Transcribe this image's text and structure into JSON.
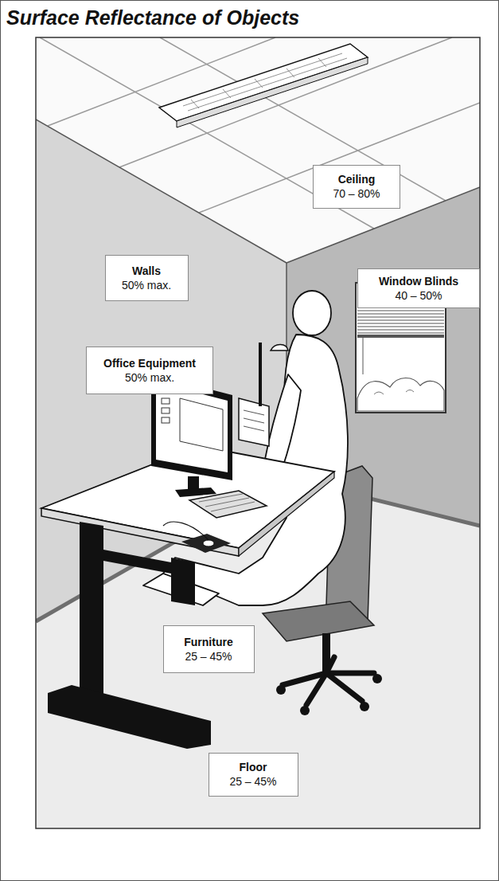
{
  "diagram": {
    "title": "Surface Reflectance of Objects",
    "nodes": [
      {
        "text": [
          "Ceiling",
          "70 – 80%"
        ]
      },
      {
        "text": [
          "Walls",
          "50% max."
        ]
      },
      {
        "text": [
          "Window Blinds",
          "40 – 50%"
        ]
      },
      {
        "text": [
          "Office Equipment",
          "50% max."
        ]
      },
      {
        "text": [
          "Furniture",
          "25 – 45%"
        ]
      },
      {
        "text": [
          "Floor",
          "25 – 45%"
        ]
      }
    ]
  }
}
